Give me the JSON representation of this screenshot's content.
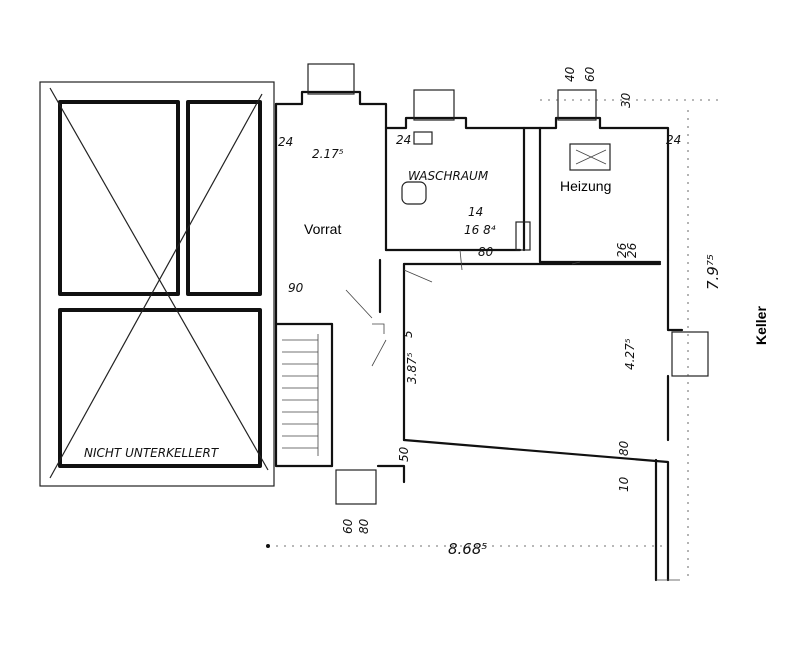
{
  "rooms": {
    "vorrat": "Vorrat",
    "waschraum": "WASCHRAUM",
    "heizung": "Heizung",
    "keller": "Keller",
    "nicht_unterkellert": "NICHT UNTERKELLERT"
  },
  "dimensions": {
    "d_2175": "2.17⁵",
    "d_24_left": "24",
    "d_24_wasch": "24",
    "d_24_right": "24",
    "d_90": "90",
    "d_14": "14",
    "d_1675": "16 8⁴",
    "d_80_small": "80",
    "d_26_heiz": "26",
    "d_26_keller": "26",
    "d_5": "5",
    "d_3875": "3.87⁵",
    "d_4275": "4.27⁵",
    "d_50": "50",
    "d_80_stair": "80",
    "d_10": "10",
    "d_7975": "7.9⁷⁵",
    "d_30": "30",
    "d_60_top": "60",
    "d_60_top2": "40",
    "d_60_b1": "60",
    "d_60_b2": "80",
    "d_8685": "8.68⁵"
  }
}
